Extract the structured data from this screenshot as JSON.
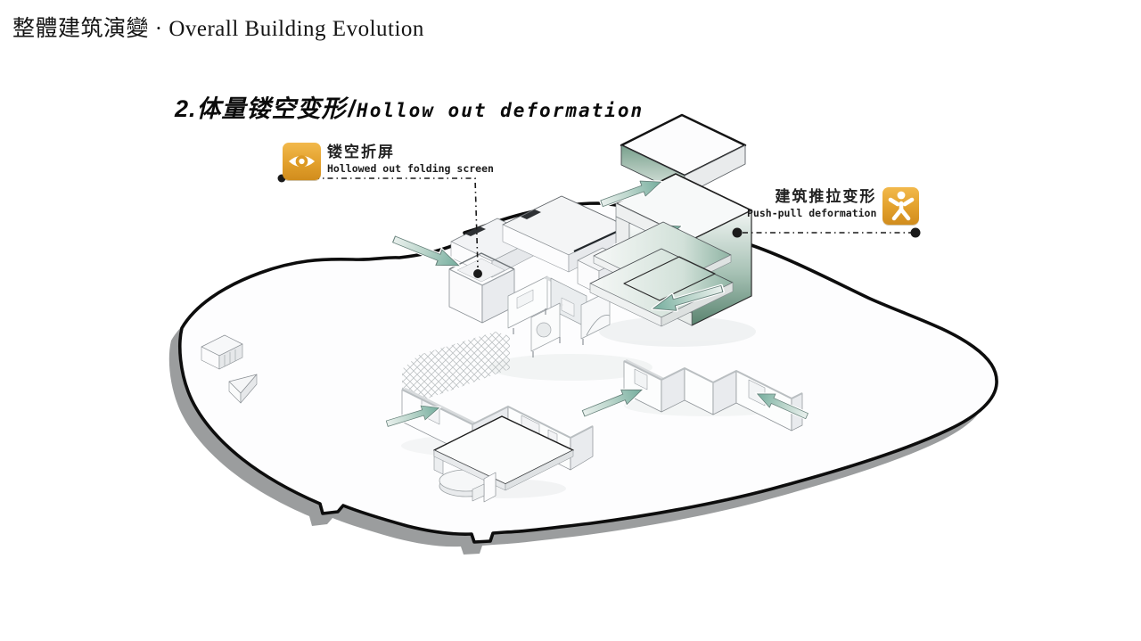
{
  "header": {
    "title": "整體建筑演變 · Overall Building Evolution"
  },
  "subtitle": {
    "zh": "2.体量镂空变形",
    "slash": "/",
    "en": "Hollow out deformation"
  },
  "callout_left": {
    "icon": "eye-icon",
    "title_zh": "镂空折屏",
    "title_en": "Hollowed out folding screen"
  },
  "callout_right": {
    "icon": "jumping-figure-icon",
    "title_zh": "建筑推拉变形",
    "title_en": "Push-pull deformation"
  },
  "colors": {
    "accent_orange": "#E2A02C",
    "arrow_teal": "#74AD9D",
    "volume_green": "#5D8672",
    "site_shadow_gray": "#9B9D9E",
    "outline_black": "#111111"
  }
}
